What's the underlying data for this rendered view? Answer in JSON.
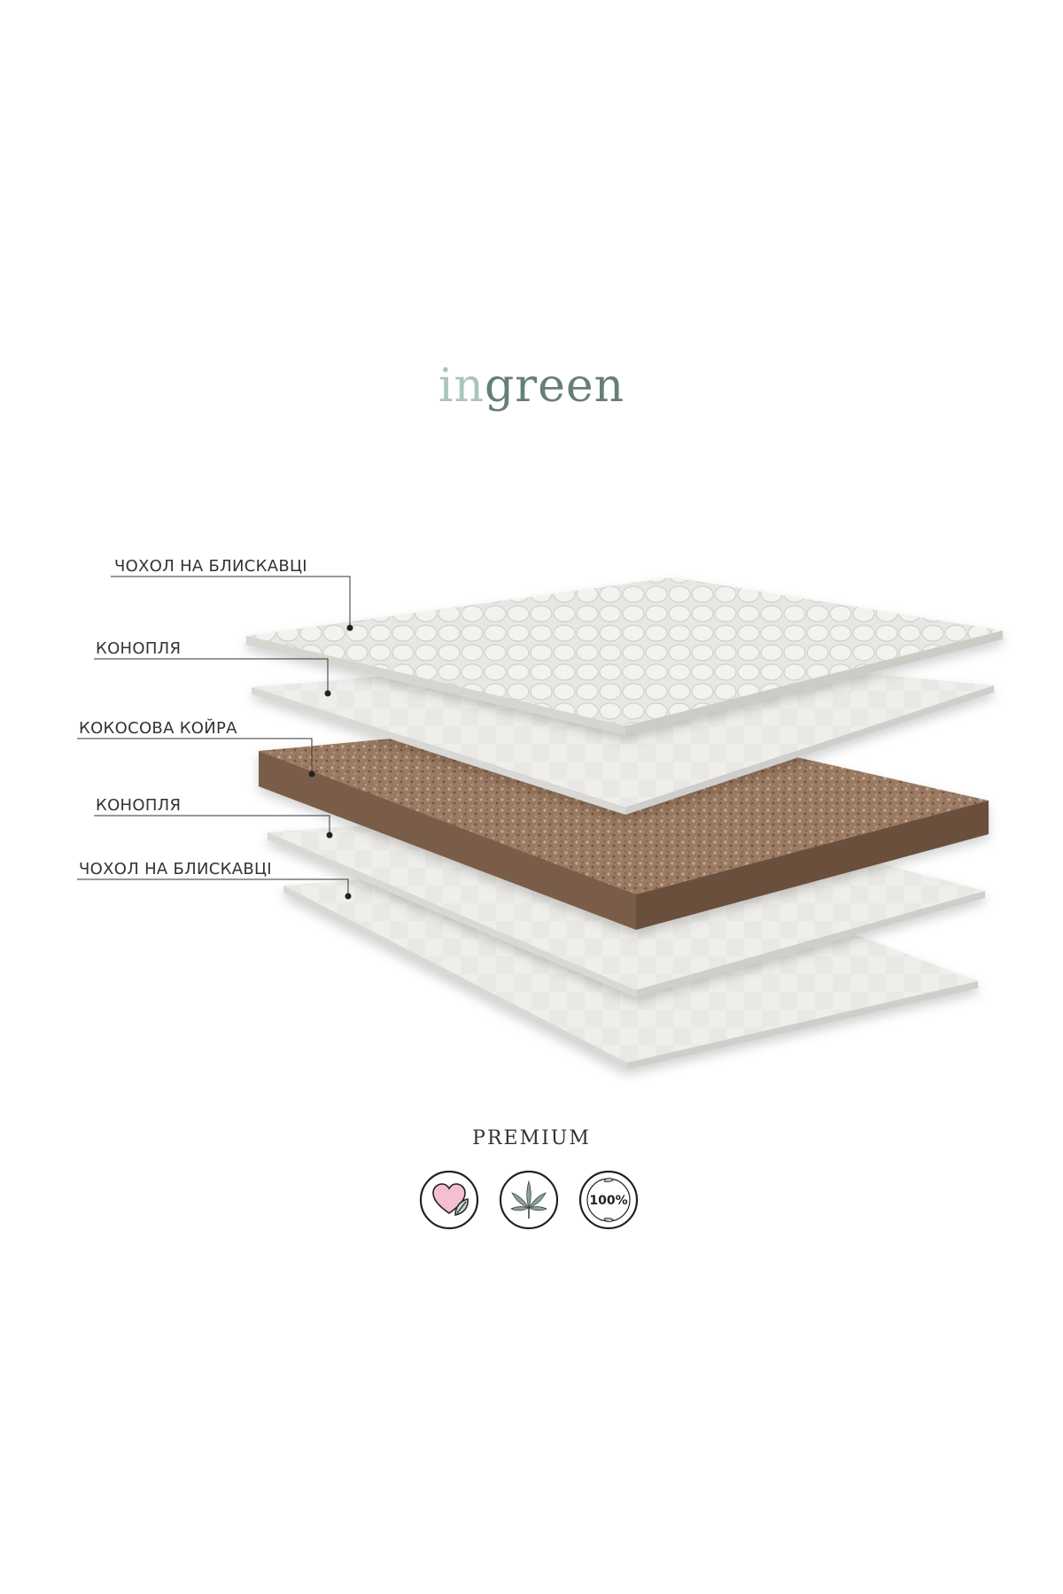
{
  "brand": {
    "logo_part1": "in",
    "logo_part2": "green",
    "logo_colors": {
      "light": "#a9c6bd",
      "dark": "#657f78"
    }
  },
  "layers": [
    {
      "label": "ЧОХОЛ НА БЛИСКАВЦІ"
    },
    {
      "label": "КОНОПЛЯ"
    },
    {
      "label": "КОКОСОВА КОЙРА"
    },
    {
      "label": "КОНОПЛЯ"
    },
    {
      "label": "ЧОХОЛ НА БЛИСКАВЦІ"
    }
  ],
  "premium": {
    "label": "PREMIUM"
  },
  "badges": [
    {
      "icon": "heart-leaf-icon"
    },
    {
      "icon": "hemp-leaf-icon"
    },
    {
      "icon": "hundred-percent-natural-icon",
      "text": "100%"
    }
  ],
  "colors": {
    "coir": "#8c6a52",
    "sheet": "#efeeeb",
    "quilt": "#e9e8e4",
    "heart": "#f4bfd0"
  }
}
